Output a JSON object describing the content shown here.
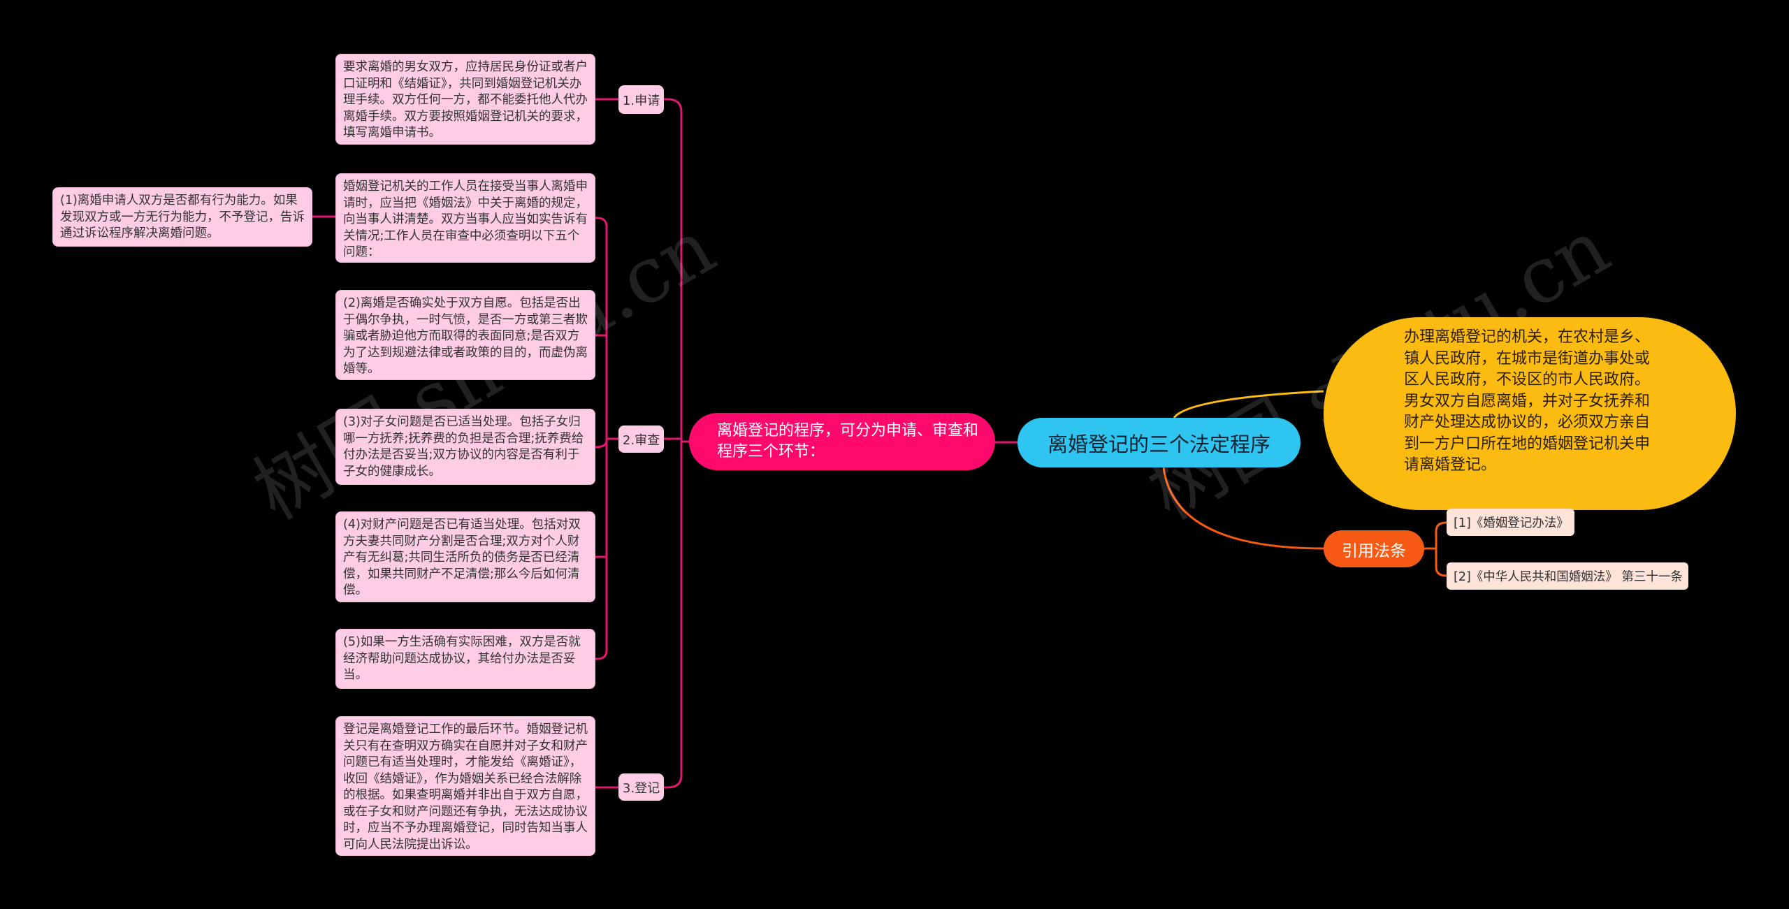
{
  "root": {
    "title": "离婚登记的三个法定程序"
  },
  "procedure": {
    "title": "离婚登记的程序，可分为申请、审查和程序三个环节：",
    "steps": [
      {
        "label": "1.申请",
        "detail": "要求离婚的男女双方，应持居民身份证或者户口证明和《结婚证》，共同到婚姻登记机关办理手续。双方任何一方，都不能委托他人代办离婚手续。双方要按照婚姻登记机关的要求，填写离婚申请书。"
      },
      {
        "label": "2.审查",
        "intro": "婚姻登记机关的工作人员在接受当事人离婚申请时，应当把《婚姻法》中关于离婚的规定，向当事人讲清楚。双方当事人应当如实告诉有关情况;工作人员在审查中必须查明以下五个问题：",
        "items": [
          "(1)离婚申请人双方是否都有行为能力。如果发现双方或一方无行为能力，不予登记，告诉通过诉讼程序解决离婚问题。",
          "(2)离婚是否确实处于双方自愿。包括是否出于偶尔争执，一时气愤，是否一方或第三者欺骗或者胁迫他方而取得的表面同意;是否双方为了达到规避法律或者政策的目的，而虚伪离婚等。",
          "(3)对子女问题是否已适当处理。包括子女归哪一方抚养;抚养费的负担是否合理;抚养费给付办法是否妥当;双方协议的内容是否有利于子女的健康成长。",
          "(4)对财产问题是否已有适当处理。包括对双方夫妻共同财产分割是否合理;双方对个人财产有无纠葛;共同生活所负的债务是否已经清偿，如果共同财产不足清偿;那么今后如何清偿。",
          "(5)如果一方生活确有实际困难，双方是否就经济帮助问题达成协议，其给付办法是否妥当。"
        ]
      },
      {
        "label": "3.登记",
        "detail": "登记是离婚登记工作的最后环节。婚姻登记机关只有在查明双方确实在自愿并对子女和财产问题已有适当处理时，才能发给《离婚证》，收回《结婚证》，作为婚姻关系已经合法解除的根据。如果查明离婚并非出自于双方自愿，或在子女和财产问题还有争执，无法达成协议时，应当不予办理离婚登记，同时告知当事人可向人民法院提出诉讼。"
      }
    ]
  },
  "authority": {
    "text": "办理离婚登记的机关，在农村是乡、镇人民政府，在城市是街道办事处或区人民政府，不设区的市人民政府。男女双方自愿离婚，并对子女抚养和财产处理达成协议的，必须双方亲自到一方户口所在地的婚姻登记机关申请离婚登记。"
  },
  "references": {
    "title": "引用法条",
    "items": [
      "[1]《婚姻登记办法》",
      "[2]《中华人民共和国婚姻法》 第三十一条"
    ]
  },
  "watermark": "树图 shutu.cn",
  "colors": {
    "background": "#000000",
    "pink_node": "#ffcce6",
    "magenta": "#ff0a6c",
    "cyan": "#2ec5f0",
    "yellow": "#fbbb10",
    "orange": "#f65a14",
    "line_pink": "#e0186e"
  }
}
